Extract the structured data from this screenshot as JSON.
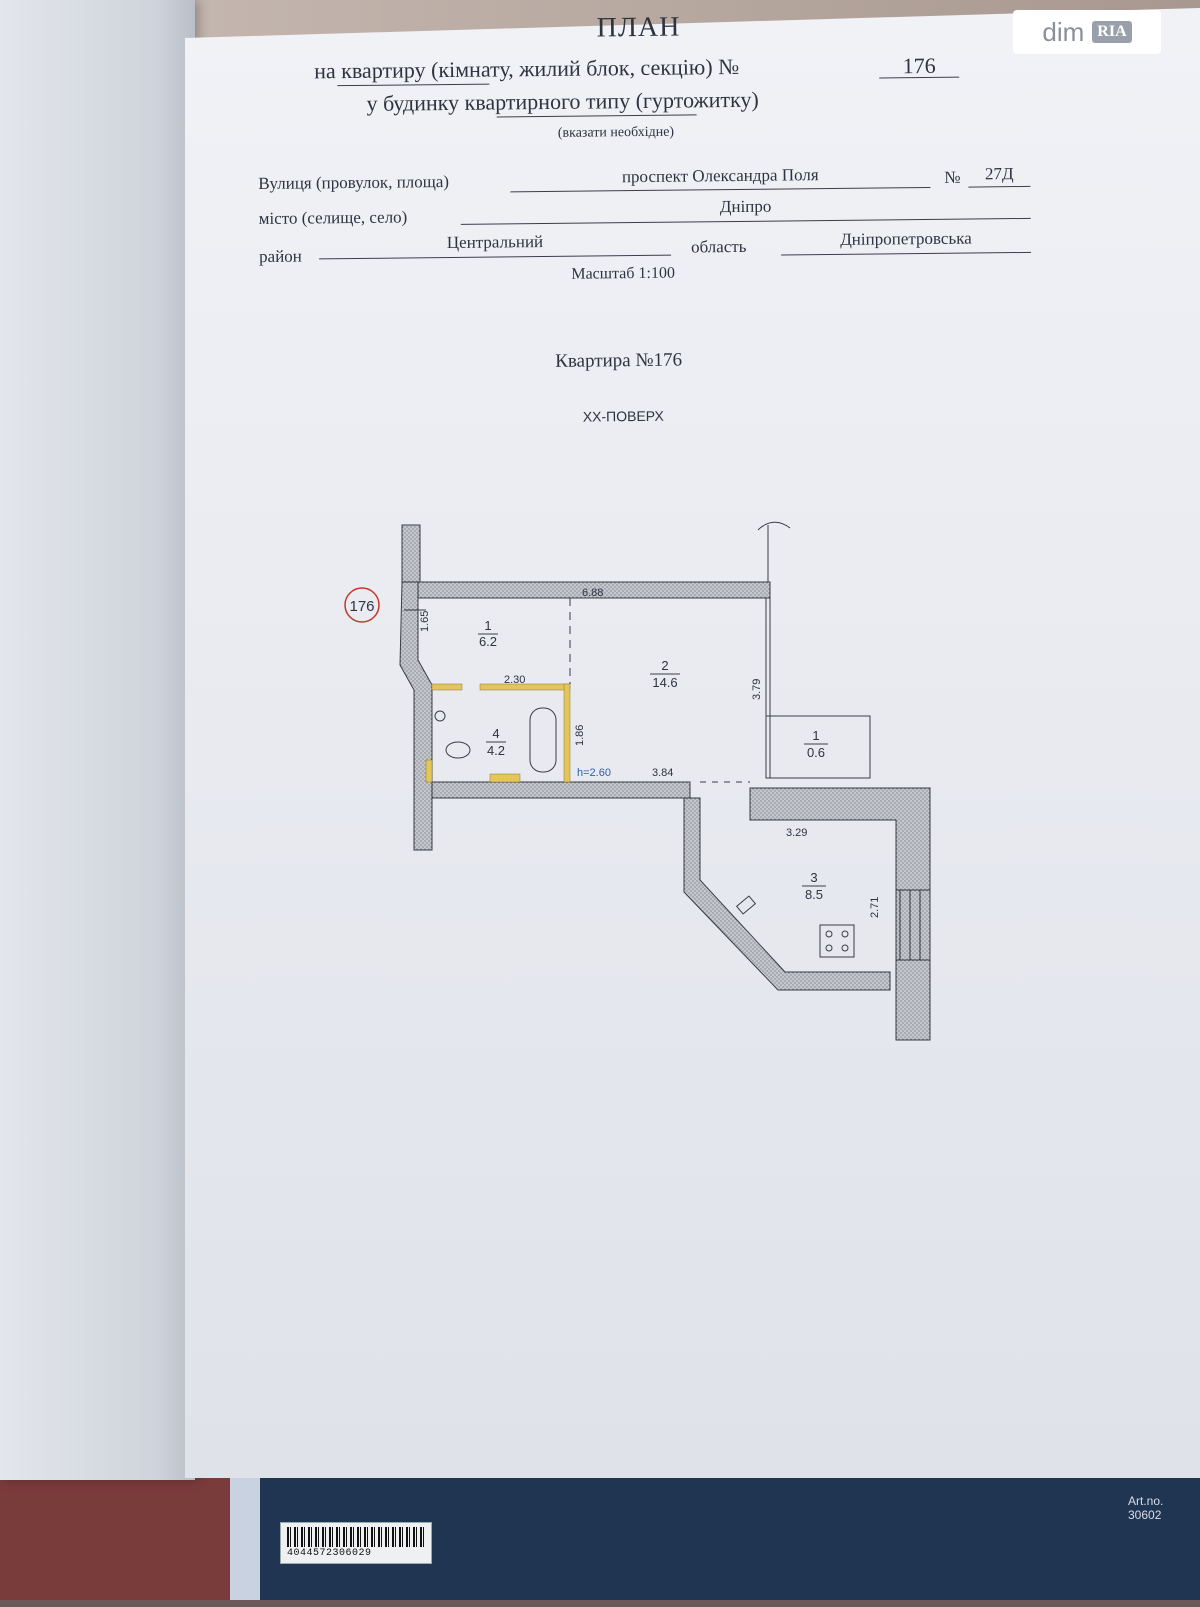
{
  "header": {
    "title": "ПЛАН",
    "line1_prefix": "на квартиру (кімнату, жилий блок, секцію) №",
    "apartment_number": "176",
    "line2": "у будинку квартирного типу (гуртожитку)",
    "hint": "(вказати необхідне)"
  },
  "address": {
    "street_label": "Вулиця (провулок, площа)",
    "street_value": "проспект Олександра Поля",
    "number_label": "№",
    "number_value": "27Д",
    "city_label": "місто (селище, село)",
    "city_value": "Дніпро",
    "district_label": "район",
    "district_value": "Центральний",
    "region_label": "область",
    "region_value": "Дніпропетровська"
  },
  "scale": "Масштаб 1:100",
  "apartment_title": "Квартира №176",
  "floor": "XX-ПОВЕРХ",
  "plan": {
    "marker": "176",
    "rooms": [
      {
        "number": "1",
        "area": "6.2"
      },
      {
        "number": "2",
        "area": "14.6"
      },
      {
        "number": "4",
        "area": "4.2"
      },
      {
        "number": "1",
        "area": "0.6"
      },
      {
        "number": "3",
        "area": "8.5"
      }
    ],
    "dimensions": [
      "6.88",
      "1.65",
      "2.30",
      "1.86",
      "3.79",
      "h=2.60",
      "3.84",
      "3.29",
      "2.71"
    ]
  },
  "back_cover": {
    "art_no": "Art.no. 30602",
    "barcode": "4044572306029"
  },
  "watermark": {
    "dim": "dim",
    "ria": "RIA"
  }
}
